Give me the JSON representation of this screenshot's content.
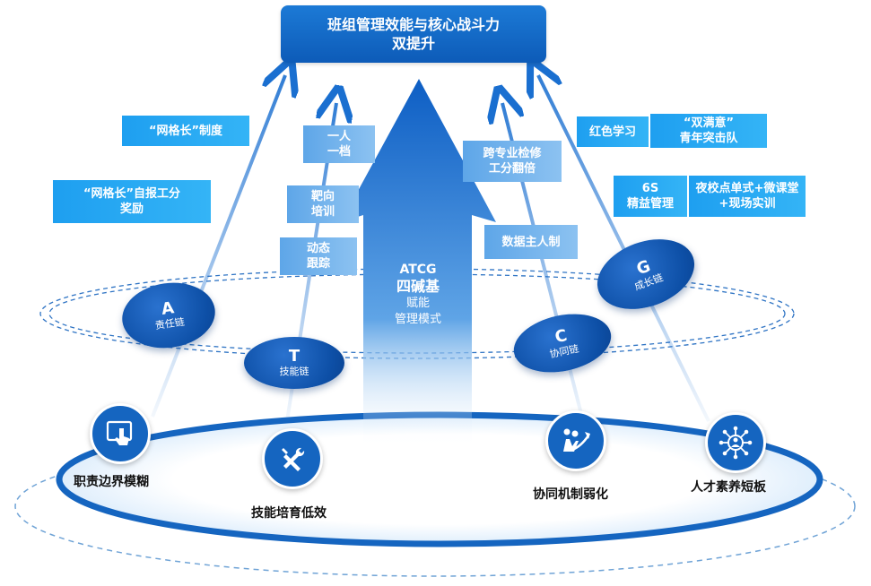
{
  "title": {
    "line1": "班组管理效能与核心战斗力",
    "line2": "双提升"
  },
  "center_arrow": {
    "line1": "ATCG",
    "line2": "四碱基",
    "line3": "赋能",
    "line4": "管理模式"
  },
  "chains": {
    "a": {
      "letter": "A",
      "label": "责任链"
    },
    "t": {
      "letter": "T",
      "label": "技能链"
    },
    "c": {
      "letter": "C",
      "label": "协同链"
    },
    "g": {
      "letter": "G",
      "label": "成长链"
    }
  },
  "left_measures": {
    "grid_system": "“网格长”制度",
    "grid_reward": "“网格长”自报工分\n奖励"
  },
  "t_measures": {
    "one_person": "一人\n一档",
    "targeted": "靶向\n培训",
    "tracking": "动态\n跟踪"
  },
  "c_measures": {
    "cross": "跨专业检修\n工分翻倍",
    "data_owner": "数据主人制"
  },
  "right_measures": {
    "red_study": "红色学习",
    "commando": "“双满意”\n青年突击队",
    "six_s": "6S\n精益管理",
    "night_school": "夜校点单式+微课堂\n+现场实训"
  },
  "pain_points": {
    "p1": {
      "label": "职责边界模糊",
      "icon": "touch-tablet-icon"
    },
    "p2": {
      "label": "技能培育低效",
      "icon": "tools-icon"
    },
    "p3": {
      "label": "协同机制弱化",
      "icon": "teamwork-icon"
    },
    "p4": {
      "label": "人才素养短板",
      "icon": "talent-network-icon"
    }
  },
  "colors": {
    "primary": "#1565c0",
    "light": "#2aa8f2",
    "pale": "#7fb8ef",
    "dashed": "#6fa3d6"
  }
}
